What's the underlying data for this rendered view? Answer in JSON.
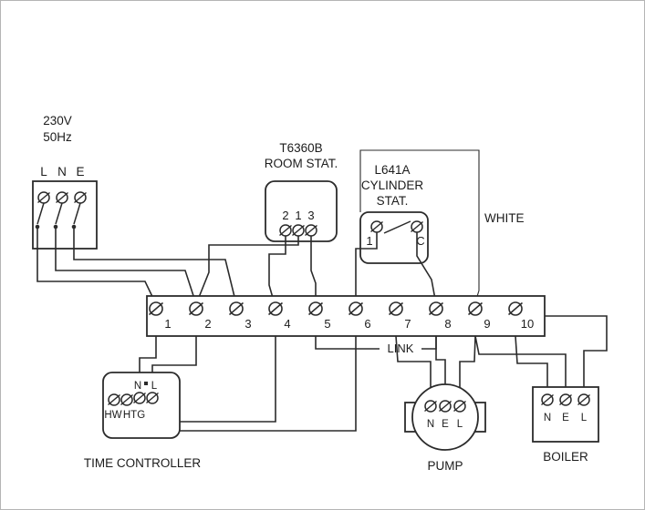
{
  "colors": {
    "ink": "#2b2b2b",
    "background": "#ffffff"
  },
  "supply": {
    "voltage": "230V",
    "freq": "50Hz",
    "terminals": [
      "L",
      "N",
      "E"
    ]
  },
  "room_stat": {
    "model": "T6360B",
    "name": "ROOM STAT.",
    "terminals": [
      "2",
      "1",
      "3"
    ]
  },
  "cylinder_stat": {
    "model": "L641A",
    "name1": "CYLINDER",
    "name2": "STAT.",
    "terminals": [
      "1",
      "C"
    ]
  },
  "labels": {
    "white": "WHITE"
  },
  "strip": {
    "numbers": [
      "1",
      "2",
      "3",
      "4",
      "5",
      "6",
      "7",
      "8",
      "9",
      "10"
    ],
    "link": "LINK"
  },
  "time_controller": {
    "label": "TIME CONTROLLER",
    "top": [
      "N",
      "L"
    ],
    "bottom": [
      "HW",
      "HTG"
    ]
  },
  "pump": {
    "label": "PUMP",
    "terminals": [
      "N",
      "E",
      "L"
    ]
  },
  "boiler": {
    "label": "BOILER",
    "terminals": [
      "N",
      "E",
      "L"
    ]
  }
}
